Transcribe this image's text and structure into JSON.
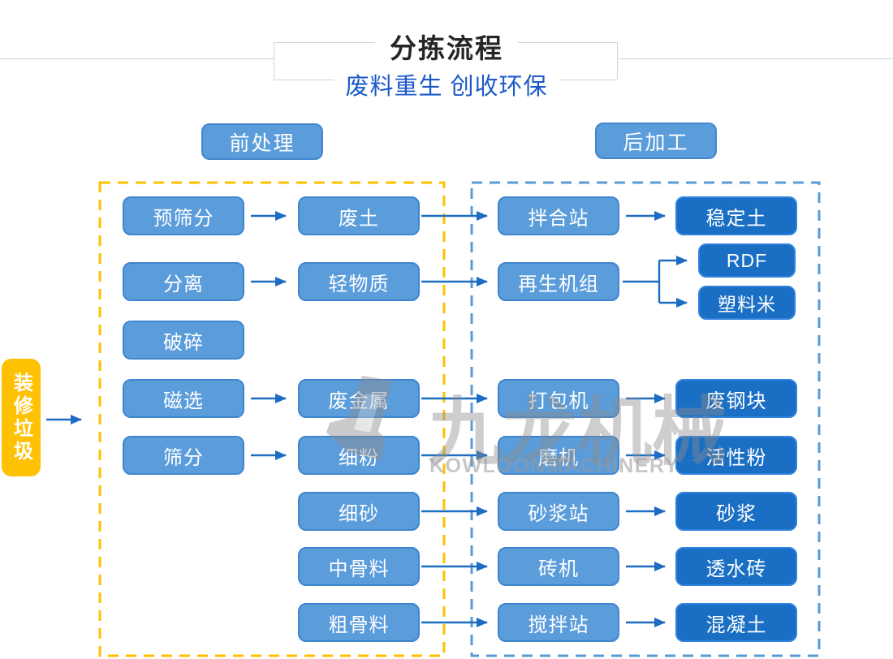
{
  "header": {
    "title": "分拣流程",
    "subtitle": "废料重生 创收环保"
  },
  "sections": {
    "pre_label": "前处理",
    "post_label": "后加工"
  },
  "source_label": "装修垃圾",
  "flowchart": {
    "c1": [
      "预筛分",
      "分离",
      "破碎",
      "磁选",
      "筛分"
    ],
    "c2": [
      "废土",
      "轻物质",
      "废金属",
      "细粉",
      "细砂",
      "中骨料",
      "粗骨料"
    ],
    "c3": [
      "拌合站",
      "再生机组",
      "打包机",
      "磨机",
      "砂浆站",
      "砖机",
      "搅拌站"
    ],
    "c4": [
      "稳定土",
      "废钢块",
      "活性粉",
      "砂浆",
      "透水砖",
      "混凝土"
    ],
    "branch_outputs": [
      "RDF",
      "塑料米"
    ],
    "flows": [
      "装修垃圾 → 前处理",
      "预筛分 → 废土 → 拌合站 → 稳定土",
      "分离 → 轻物质 → 再生机组 → RDF / 塑料米",
      "破碎",
      "磁选 → 废金属 → 打包机 → 废钢块",
      "筛分 → 细粉 → 磨机 → 活性粉",
      "细砂 → 砂浆站 → 砂浆",
      "中骨料 → 砖机 → 透水砖",
      "粗骨料 → 搅拌站 → 混凝土"
    ]
  },
  "watermark": {
    "cn": "九龙机械",
    "en": "KOWLOONMACHINERY"
  },
  "colors": {
    "node_light": "#5b9cdb",
    "node_light_border": "#3f86d0",
    "node_dark": "#1a6fc4",
    "node_dark_border": "#2f83dd",
    "source_yellow": "#ffc103",
    "dash_yellow": "#ffc000",
    "dash_blue": "#5b9bd5",
    "arrow_blue": "#1c6dc2",
    "subtitle_blue": "#1b5ac8",
    "title_black": "#262626"
  }
}
